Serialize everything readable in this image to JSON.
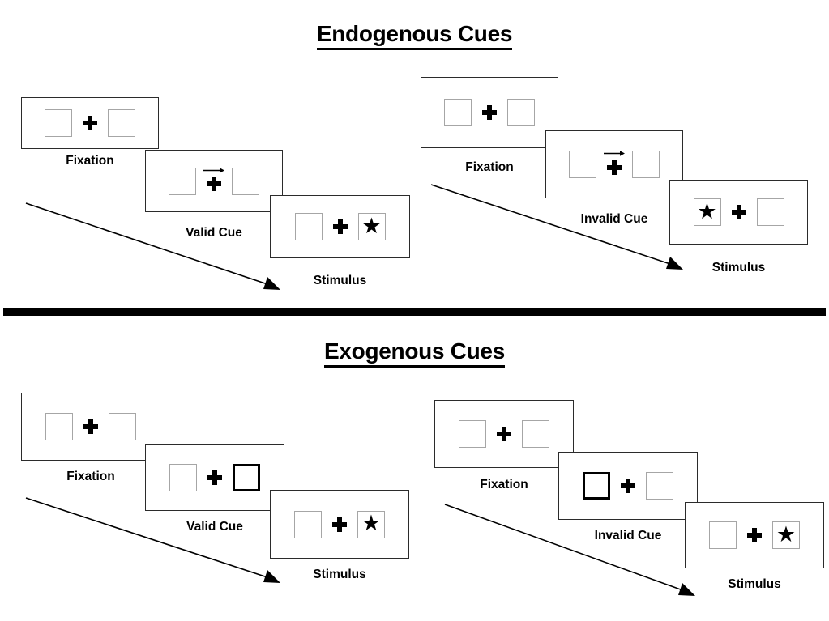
{
  "figure": {
    "title_endogenous": "Endogenous Cues",
    "title_exogenous": "Exogenous Cues",
    "colors": {
      "ink": "#000000",
      "panel_border": "#2b2b2b",
      "placeholder_border": "#a6a6a6",
      "cue_border": "#000000",
      "background": "#ffffff"
    },
    "glyphs": {
      "star": "★",
      "fixation_cross": "fixation-cross-icon",
      "endogenous_cue": "right-arrow-cue-icon",
      "exogenous_cue": "thick-box-flash-icon",
      "flow": "diagonal-time-arrow-icon"
    }
  },
  "sections": [
    {
      "id": "endogenous",
      "title": "Endogenous Cues",
      "sequences": [
        {
          "id": "endogenous-valid",
          "cue_type": "arrow",
          "frames": [
            {
              "caption": "Fixation",
              "left_box": "empty",
              "right_box": "empty",
              "cue": "none",
              "cue_side": "none"
            },
            {
              "caption": "Valid Cue",
              "left_box": "empty",
              "right_box": "empty",
              "cue": "right-arrow",
              "cue_side": "right"
            },
            {
              "caption": "Stimulus",
              "left_box": "empty",
              "right_box": "star",
              "cue": "none",
              "cue_side": "none"
            }
          ]
        },
        {
          "id": "endogenous-invalid",
          "cue_type": "arrow",
          "frames": [
            {
              "caption": "Fixation",
              "left_box": "empty",
              "right_box": "empty",
              "cue": "none",
              "cue_side": "none"
            },
            {
              "caption": "Invalid Cue",
              "left_box": "empty",
              "right_box": "empty",
              "cue": "right-arrow",
              "cue_side": "right"
            },
            {
              "caption": "Stimulus",
              "left_box": "star",
              "right_box": "empty",
              "cue": "none",
              "cue_side": "none"
            }
          ]
        }
      ]
    },
    {
      "id": "exogenous",
      "title": "Exogenous Cues",
      "sequences": [
        {
          "id": "exogenous-valid",
          "cue_type": "box-flash",
          "frames": [
            {
              "caption": "Fixation",
              "left_box": "empty",
              "right_box": "empty",
              "cue": "none",
              "cue_side": "none"
            },
            {
              "caption": "Valid Cue",
              "left_box": "empty",
              "right_box": "cue",
              "cue": "box-flash",
              "cue_side": "right"
            },
            {
              "caption": "Stimulus",
              "left_box": "empty",
              "right_box": "star",
              "cue": "none",
              "cue_side": "none"
            }
          ]
        },
        {
          "id": "exogenous-invalid",
          "cue_type": "box-flash",
          "frames": [
            {
              "caption": "Fixation",
              "left_box": "empty",
              "right_box": "empty",
              "cue": "none",
              "cue_side": "none"
            },
            {
              "caption": "Invalid Cue",
              "left_box": "cue",
              "right_box": "empty",
              "cue": "box-flash",
              "cue_side": "left"
            },
            {
              "caption": "Stimulus",
              "left_box": "empty",
              "right_box": "star",
              "cue": "none",
              "cue_side": "none"
            }
          ]
        }
      ]
    }
  ]
}
